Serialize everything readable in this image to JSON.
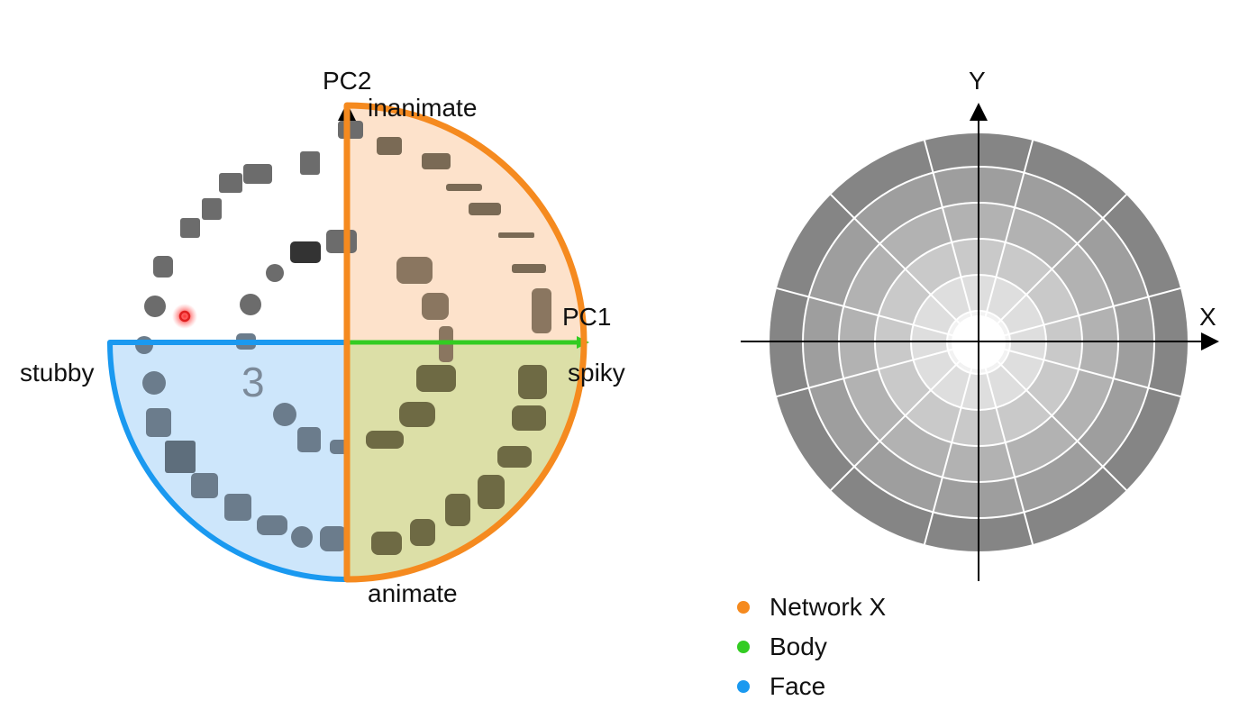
{
  "left_diagram": {
    "axis_vertical_label": "PC2",
    "axis_horizontal_label": "PC1",
    "top_label": "inanimate",
    "bottom_label": "animate",
    "left_label": "stubby",
    "right_label": "spiky",
    "marker_digit": "3",
    "icon_names": [
      "tractor-icon",
      "forklift-icon",
      "trumpet-icon",
      "tank-icon",
      "rifle-icon",
      "airplane-icon",
      "insect-icon",
      "scorpion-icon",
      "dragon-icon",
      "eagle-icon",
      "duck-icon",
      "chicken-icon",
      "rooster-icon",
      "rabbit-icon",
      "elephant-icon",
      "apple-icon",
      "hippo-icon",
      "woman-face-icon",
      "man-face-icon",
      "ball-icon",
      "shirt-icon",
      "teapot-icon",
      "clock-icon",
      "usb-stick-icon",
      "coins-icon",
      "fork-icon"
    ]
  },
  "right_diagram": {
    "axis_x_label": "X",
    "axis_y_label": "Y"
  },
  "legend": [
    {
      "label": "Network X",
      "color": "#f58a1f"
    },
    {
      "label": "Body",
      "color": "#33cc22"
    },
    {
      "label": "Face",
      "color": "#1a99f0"
    }
  ],
  "colors": {
    "network_x": "#f58a1f",
    "body": "#33cc22",
    "face": "#1a99f0"
  }
}
